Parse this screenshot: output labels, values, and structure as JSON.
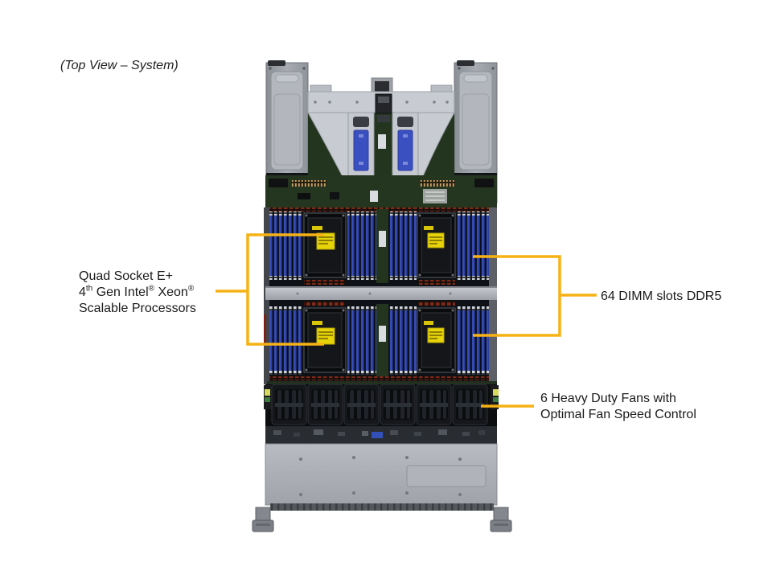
{
  "page": {
    "background_color": "#ffffff"
  },
  "caption": {
    "text": "(Top View – System)"
  },
  "callout_color": "#F6B214",
  "labels": {
    "processors": {
      "line1": "Quad Socket E+",
      "line2_num": "4",
      "line2_num_sup": "th",
      "line2_mid": " Gen Intel",
      "line2_mid_sup": "®",
      "line2_end": " Xeon",
      "line2_end_sup": "®",
      "line3": "Scalable Processors"
    },
    "dimm": {
      "text": "64 DIMM slots DDR5"
    },
    "fans": {
      "line1": "6 Heavy Duty Fans with",
      "line2": "Optimal Fan Speed Control"
    }
  },
  "illustration": {
    "cpu_socket_count": 4,
    "fan_count": 6,
    "dimm_slot_color": "#2b3fa0",
    "cpu_label_color": "#e6d309"
  }
}
